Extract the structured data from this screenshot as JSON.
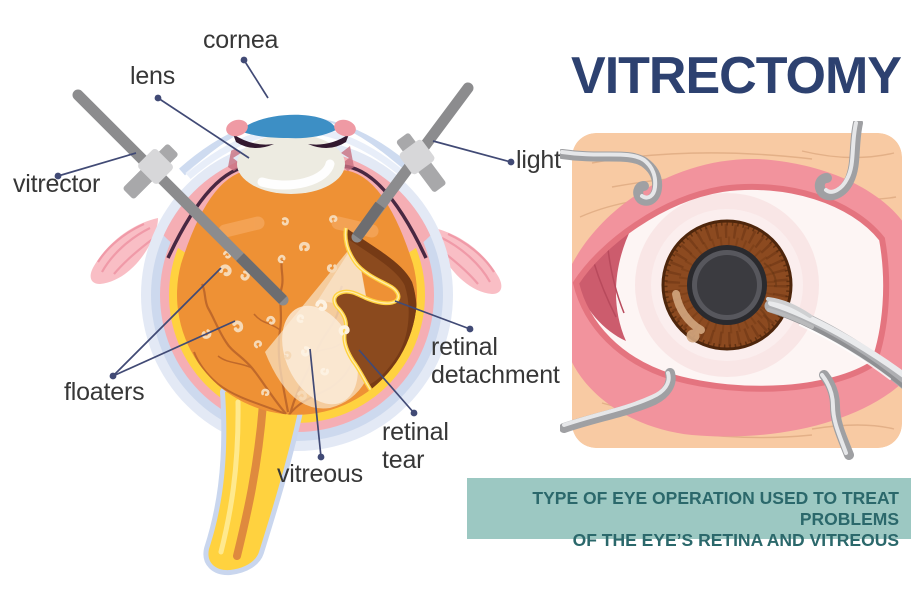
{
  "title": "VITRECTOMY",
  "labels": {
    "cornea": "cornea",
    "lens": "lens",
    "vitrector": "vitrector",
    "light": "light",
    "floaters": "floaters",
    "vitreous": "vitreous",
    "retinal_tear": "retinal tear",
    "retinal_detachment": "retinal detachment"
  },
  "caption": {
    "line1": "TYPE OF EYE OPERATION USED TO TREAT PROBLEMS",
    "line2": "OF THE EYE’S RETINA AND VITREOUS"
  },
  "colors": {
    "title_navy": "#2d4170",
    "leader_navy": "#414a75",
    "label_text": "#373737",
    "banner_bg": "#9cc8c2",
    "banner_text": "#2b686b",
    "sclera_outer_blue": "#e3e9f5",
    "sclera_inner_blue": "#cdd9ee",
    "choroid_pink": "#f5aeb4",
    "retina_yellow": "#ffd23f",
    "vitreous_orange": "#ee9135",
    "detachment_brown": "#8b4a1e",
    "iris_blue": "#3d8fc5",
    "lens_ivory": "#edebe1",
    "instrument_gray": "#8c8c8e",
    "skin": "#f8caa3",
    "eyelid_pink": "#f2939d",
    "iris_brown": "#8c4a20",
    "pupil_gray": "#3b3b40",
    "metal_silver": "#e8e9ea"
  }
}
